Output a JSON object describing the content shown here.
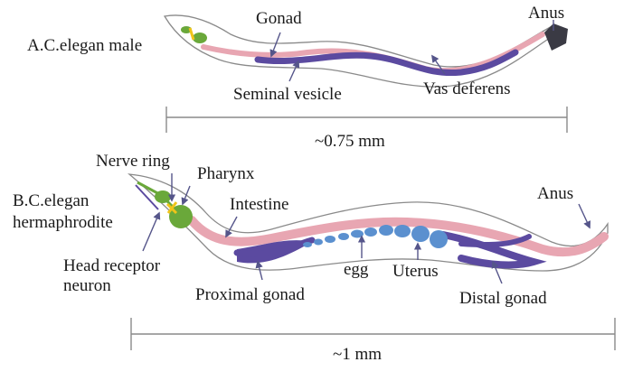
{
  "male": {
    "title": "A.C.elegan male",
    "labels": {
      "gonad": "Gonad",
      "anus": "Anus",
      "seminal_vesicle": "Seminal vesicle",
      "vas_deferens": "Vas deferens"
    },
    "scale": "~0.75 mm"
  },
  "hermaphrodite": {
    "title_line1": "B.C.elegan",
    "title_line2": "hermaphrodite",
    "labels": {
      "nerve_ring": "Nerve ring",
      "pharynx": "Pharynx",
      "intestine": "Intestine",
      "anus": "Anus",
      "head_receptor_line1": "Head receptor",
      "head_receptor_line2": "neuron",
      "egg": "egg",
      "uterus": "Uterus",
      "proximal_gonad": "Proximal gonad",
      "distal_gonad": "Distal gonad"
    },
    "scale": "~1 mm"
  },
  "colors": {
    "body_outline": "#8a8a8a",
    "intestine": "#e8a6b2",
    "gonad": "#5b4aa0",
    "pharynx": "#6aa83a",
    "nerve_ring": "#f0c419",
    "egg": "#5b90cf",
    "anus_cap": "#3a3a44",
    "pointer": "#55558a"
  }
}
